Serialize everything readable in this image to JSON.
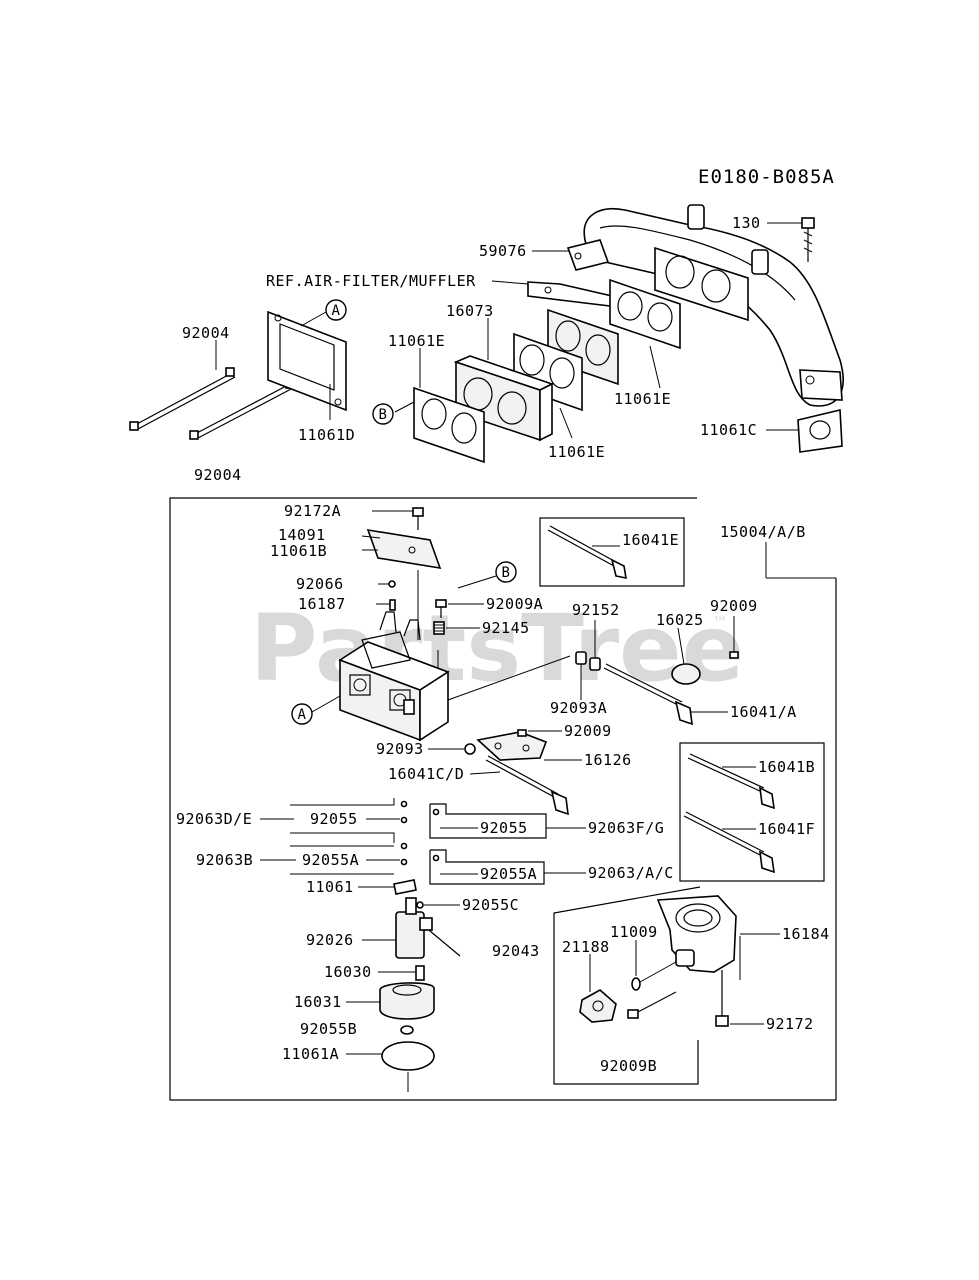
{
  "diagram_code": "E0180-B085A",
  "watermark": "PartsTree",
  "watermark_tm": "™",
  "callouts": [
    "A",
    "B"
  ],
  "labels": {
    "l130": "130",
    "l59076": "59076",
    "ref_air_filter": "REF.AIR-FILTER/MUFFLER",
    "l16073": "16073",
    "l11061e_a": "11061E",
    "l92004_a": "92004",
    "l11061d": "11061D",
    "l11061e_b": "11061E",
    "l11061e_c": "11061E",
    "l11061c": "11061C",
    "l92004_b": "92004",
    "l92172a": "92172A",
    "l14091": "14091",
    "l11061b": "11061B",
    "l92066": "92066",
    "l16187": "16187",
    "l92009a": "92009A",
    "l92145": "92145",
    "l16041e": "16041E",
    "l15004": "15004/A/B",
    "l92152": "92152",
    "l92009_a": "92009",
    "l16025": "16025",
    "l92093a": "92093A",
    "l16041a": "16041/A",
    "l92093": "92093",
    "l92009_b": "92009",
    "l16126": "16126",
    "l16041cd": "16041C/D",
    "l16041b": "16041B",
    "l92063de": "92063D/E",
    "l92055_a": "92055",
    "l92055_b": "92055",
    "l92063fg": "92063F/G",
    "l16041f": "16041F",
    "l92063b": "92063B",
    "l92055a_a": "92055A",
    "l92055a_b": "92055A",
    "l92063ac": "92063/A/C",
    "l11061": "11061",
    "l92055c": "92055C",
    "l92026": "92026",
    "l92043": "92043",
    "l21188": "21188",
    "l11009": "11009",
    "l16184": "16184",
    "l16030": "16030",
    "l16031": "16031",
    "l92172": "92172",
    "l92055b": "92055B",
    "l11061a": "11061A",
    "l92009b": "92009B"
  }
}
